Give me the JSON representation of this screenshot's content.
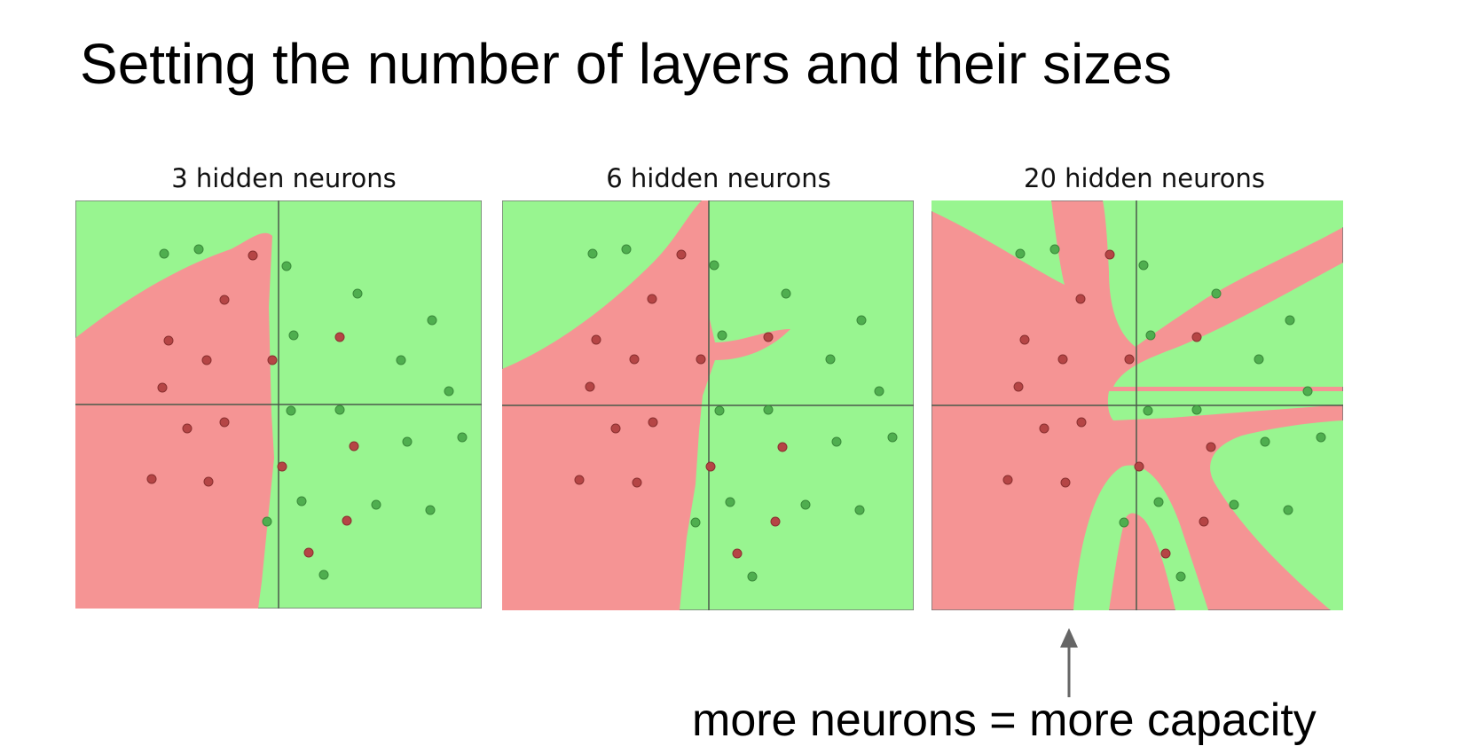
{
  "title": "Setting the number of layers and their sizes",
  "panels": [
    {
      "label": "3 hidden neurons"
    },
    {
      "label": "6 hidden neurons"
    },
    {
      "label": "20 hidden neurons"
    }
  ],
  "caption": "more neurons = more capacity",
  "colors": {
    "green_region": "#98f590",
    "red_region": "#f59494",
    "green_point": "#4fae4f",
    "red_point": "#b54545",
    "axis": "#4a5a4a",
    "arrow": "#666666"
  }
}
